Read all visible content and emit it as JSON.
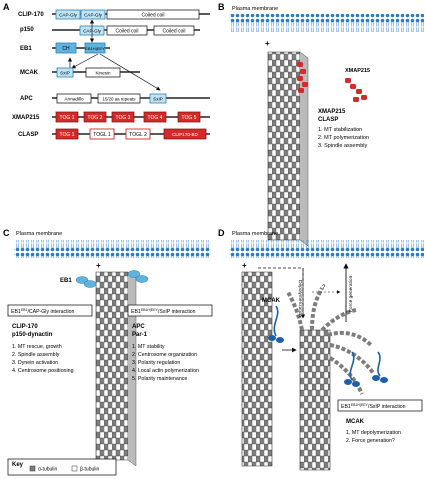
{
  "panels": {
    "a": "A",
    "b": "B",
    "c": "C",
    "d": "D"
  },
  "panel_a": {
    "proteins": [
      "CLIP-170",
      "p150",
      "EB1",
      "MCAK",
      "APC",
      "XMAP215",
      "CLASP"
    ],
    "clip170_domains": [
      "CAP-Gly",
      "CAP-Gly",
      "Coiled coil"
    ],
    "p150_domains": [
      "CAP-Gly",
      "Coiled coil",
      "Coiled coil"
    ],
    "eb1_domains": [
      "CH",
      "EB1H|EEY"
    ],
    "mcak_domains": [
      "SxIP",
      "Kinesin"
    ],
    "apc_domains": [
      "Armadillo",
      "15/20 aa repeats",
      "SxIP"
    ],
    "xmap215_domains": [
      "TOG 1",
      "TOG 2",
      "TOG 3",
      "TOG 4",
      "TOG 5"
    ],
    "clasp_domains": [
      "TOG 1",
      "TOGL 1",
      "TOGL 2",
      "CLIP170-BD"
    ]
  },
  "panel_b": {
    "membrane": "Plasma membrane",
    "plus": "+",
    "xmap215_label": "XMAP215",
    "protein_names": [
      "XMAP215",
      "CLASP"
    ],
    "functions": [
      "1. MT stabilization",
      "2. MT polymerization",
      "3. Spindle assembly"
    ]
  },
  "panel_c": {
    "membrane": "Plasma membrane",
    "plus": "+",
    "eb1_label": "EB1",
    "left_box": "EB1EB1/CAP-Gly interaction",
    "left_box_main": "EB1",
    "left_box_sup": "EB1",
    "left_box_rest": "/CAP-Gly interaction",
    "left_proteins": [
      "CLIP-170",
      "p150-dynactin"
    ],
    "left_functions": [
      "1. MT rescue, growth",
      "2. Spindle assembly",
      "3. Dynein activation",
      "4. Centrosome positioning"
    ],
    "right_box_main": "EB1",
    "right_box_sup": "EB1H|EEY",
    "right_box_rest": "/SxIP interaction",
    "right_proteins": [
      "APC",
      "Par-1"
    ],
    "right_functions": [
      "1. MT stability",
      "2. Centrosome organization",
      "3. Polarity regulation",
      "4. Local actin polymerization",
      "5. Polarity maintenance"
    ],
    "key_title": "Key",
    "key_alpha": "α-tubulin",
    "key_beta": "β-tubulin"
  },
  "panel_d": {
    "membrane": "Plasma membrane",
    "plus": "+",
    "depoly_label": "Depolymerization",
    "force_label": "Force generation",
    "question": "?",
    "mcak_label": "MCAK",
    "box_main": "EB1",
    "box_sup": "EB1H|EEY",
    "box_rest": "/SxIP interaction",
    "protein": "MCAK",
    "functions": [
      "1. MT depolymerization",
      "2. Force generation?"
    ]
  },
  "colors": {
    "cyan_domain": "#9fd5ec",
    "cyan_dark": "#2e7fb5",
    "red_domain": "#d42a2a",
    "gray_tubulin": "#7d7d7d",
    "membrane_blue": "#2c7cc4",
    "blue_protein": "#1f5fa8"
  }
}
